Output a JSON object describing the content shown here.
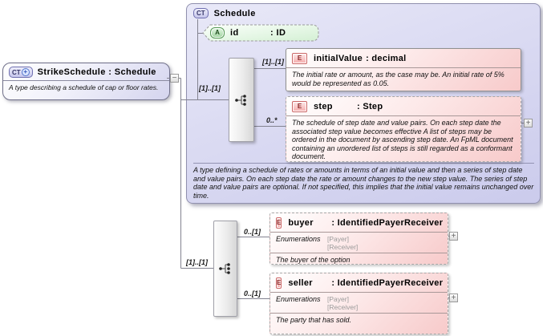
{
  "diagram": {
    "collapse_symbol": "−",
    "expand_symbol": "+",
    "root": {
      "badge": "CT",
      "badge_plus": "+",
      "title": "StrikeSchedule : Schedule",
      "annotation": "A type describing a schedule of cap or floor rates."
    },
    "schedule": {
      "badge": "CT",
      "title": "Schedule",
      "group_cardinality": "[1]..[1]",
      "attribute": {
        "badge": "A",
        "name": "id",
        "type": ": ID"
      },
      "elements": [
        {
          "badge": "E",
          "name": "initialValue",
          "type": ": decimal",
          "cardinality": "[1]..[1]",
          "annotation": "The initial rate or amount, as the case may be. An initial rate of 5% would be represented as 0.05."
        },
        {
          "badge": "E",
          "name": "step",
          "type": ": Step",
          "cardinality": "0..*",
          "annotation": "The schedule of step date and value pairs. On each step date the associated step value becomes effective A list of steps may be ordered in the document by ascending step date. An FpML document containing an unordered list of steps is still regarded as a conformant document."
        }
      ],
      "annotation": "A type defining a schedule of rates or amounts in terms of an initial value and then a series of step date and value pairs. On each step date the rate or amount changes to the new step value. The series of step date and value pairs are optional. If not specified, this implies that the initial value remains unchanged over time."
    },
    "extension": {
      "group_cardinality": "[1]..[1]",
      "elements": [
        {
          "badge": "E",
          "name": "buyer",
          "type": ": IdentifiedPayerReceiver",
          "cardinality": "0..[1]",
          "enum_label": "Enumerations",
          "enums": [
            "[Payer]",
            "[Receiver]"
          ],
          "annotation": "The buyer of the option"
        },
        {
          "badge": "E",
          "name": "seller",
          "type": ": IdentifiedPayerReceiver",
          "cardinality": "0..[1]",
          "enum_label": "Enumerations",
          "enums": [
            "[Payer]",
            "[Receiver]"
          ],
          "annotation": "The party that has sold."
        }
      ]
    }
  }
}
